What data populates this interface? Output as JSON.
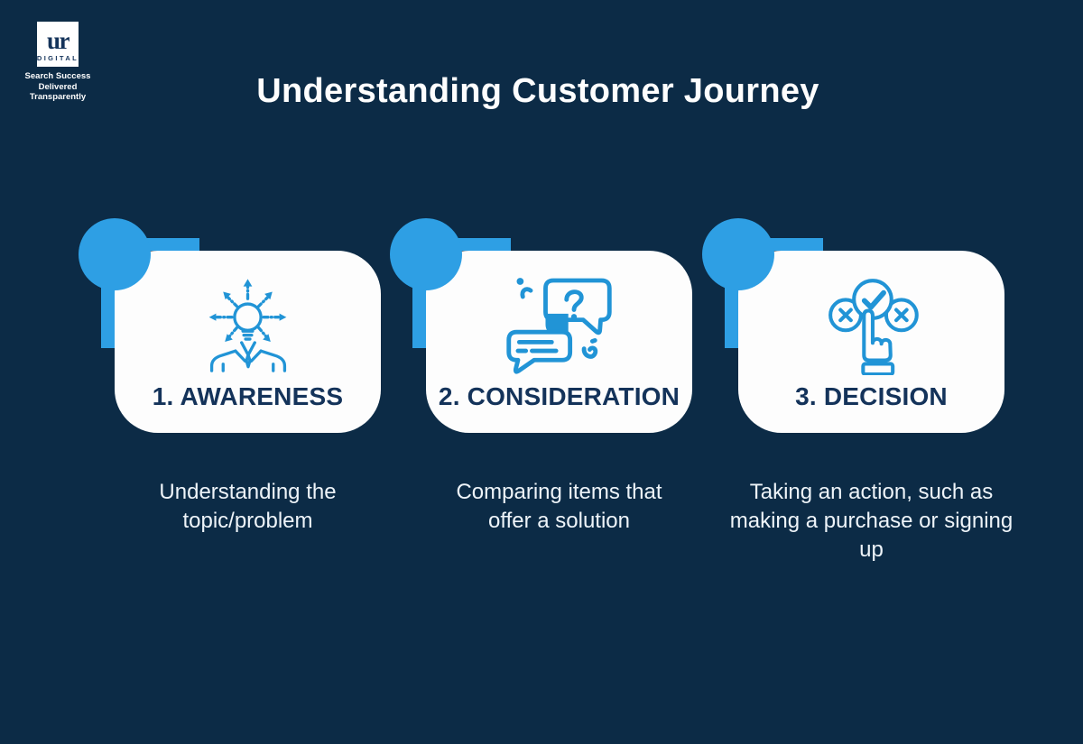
{
  "brand": {
    "logo_mark": "ur",
    "logo_name": "DIGITAL",
    "tagline_line1": "Search Success",
    "tagline_line2": "Delivered Transparently"
  },
  "title": "Understanding Customer Journey",
  "stages": [
    {
      "label": "1. AWARENESS",
      "description": "Understanding the topic/problem",
      "icon": "idea-spread-icon"
    },
    {
      "label": "2. CONSIDERATION",
      "description": "Comparing items that offer a solution",
      "icon": "chat-question-icon"
    },
    {
      "label": "3. DECISION",
      "description": "Taking an action, such as making a purchase or signing up",
      "icon": "choice-check-icon"
    }
  ],
  "colors": {
    "background": "#0c2b46",
    "accent": "#2e9fe4",
    "icon_stroke": "#2194d6",
    "card_bg": "#fdfdfd",
    "card_title": "#14335a",
    "text": "#eef4f9",
    "title_color": "#fefefe"
  }
}
